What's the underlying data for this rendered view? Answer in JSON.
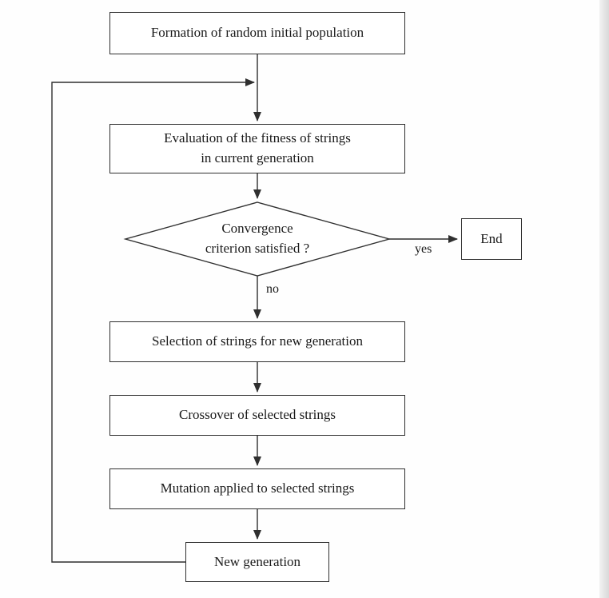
{
  "diagram": {
    "nodes": {
      "formation": {
        "label": "Formation of random initial population"
      },
      "evaluation": {
        "label": "Evaluation of the fitness of strings\nin current generation"
      },
      "convergence": {
        "label": "Convergence\ncriterion satisfied ?"
      },
      "end": {
        "label": "End"
      },
      "selection": {
        "label": "Selection of strings for new generation"
      },
      "crossover": {
        "label": "Crossover of selected strings"
      },
      "mutation": {
        "label": "Mutation applied to selected strings"
      },
      "new_generation": {
        "label": "New generation"
      }
    },
    "edge_labels": {
      "yes": "yes",
      "no": "no"
    },
    "colors": {
      "stroke": "#2f2f2f",
      "text": "#1a1a1a",
      "node_fill": "#ffffff",
      "background": "#fefefe"
    }
  }
}
